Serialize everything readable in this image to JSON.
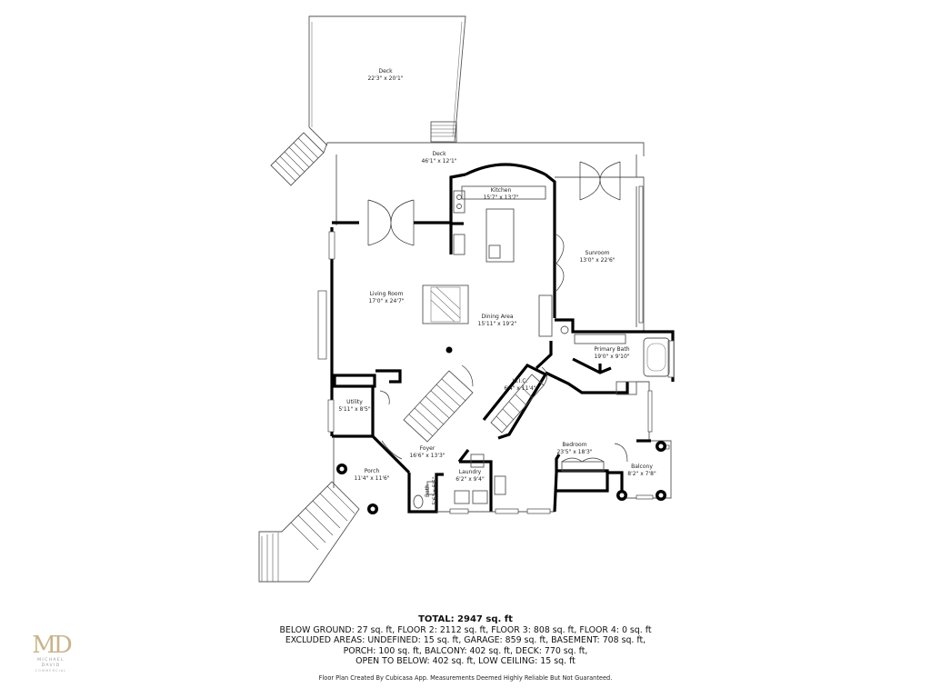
{
  "rooms": {
    "deck_upper": {
      "name": "Deck",
      "dim": "22'3\" x 20'1\""
    },
    "deck_main": {
      "name": "Deck",
      "dim": "46'1\" x 12'1\""
    },
    "kitchen": {
      "name": "Kitchen",
      "dim": "15'7\" x 13'7\""
    },
    "sunroom": {
      "name": "Sunroom",
      "dim": "13'0\" x 22'6\""
    },
    "living": {
      "name": "Living Room",
      "dim": "17'0\" x 24'7\""
    },
    "dining": {
      "name": "Dining Area",
      "dim": "15'11\" x 19'2\""
    },
    "primary_bath": {
      "name": "Primary Bath",
      "dim": "19'0\" x 9'10\""
    },
    "wic": {
      "name": "W.I.C.",
      "dim": "6'4\" x 11'4\""
    },
    "utility": {
      "name": "Utility",
      "dim": "5'11\" x 8'5\""
    },
    "foyer": {
      "name": "Foyer",
      "dim": "16'6\" x 13'3\""
    },
    "bedroom": {
      "name": "Bedroom",
      "dim": "23'5\" x 18'3\""
    },
    "balcony": {
      "name": "Balcony",
      "dim": "8'2\" x 7'8\""
    },
    "porch": {
      "name": "Porch",
      "dim": "11'4\" x 11'6\""
    },
    "laundry": {
      "name": "Laundry",
      "dim": "6'2\" x 9'4\""
    },
    "bath": {
      "name": "Bath",
      "dim": "5'6\" x 5'5\""
    }
  },
  "summary": {
    "total": "TOTAL: 2947 sq. ft",
    "line1": "BELOW GROUND: 27 sq. ft, FLOOR 2: 2112 sq. ft, FLOOR 3: 808 sq. ft, FLOOR 4: 0 sq. ft",
    "line2": "EXCLUDED AREAS: UNDEFINED: 15 sq. ft, GARAGE: 859 sq. ft, BASEMENT: 708 sq. ft,",
    "line3": "PORCH: 100 sq. ft, BALCONY: 402 sq. ft, DECK: 770 sq. ft,",
    "line4": "OPEN TO BELOW: 402 sq. ft, LOW CEILING: 15 sq. ft"
  },
  "disclaimer": "Floor Plan Created By Cubicasa App. Measurements Deemed Highly Reliable But Not Guaranteed.",
  "logo": {
    "mark": "MD",
    "line1": "MICHAEL DAVID",
    "line2": "COMMERCIAL"
  }
}
